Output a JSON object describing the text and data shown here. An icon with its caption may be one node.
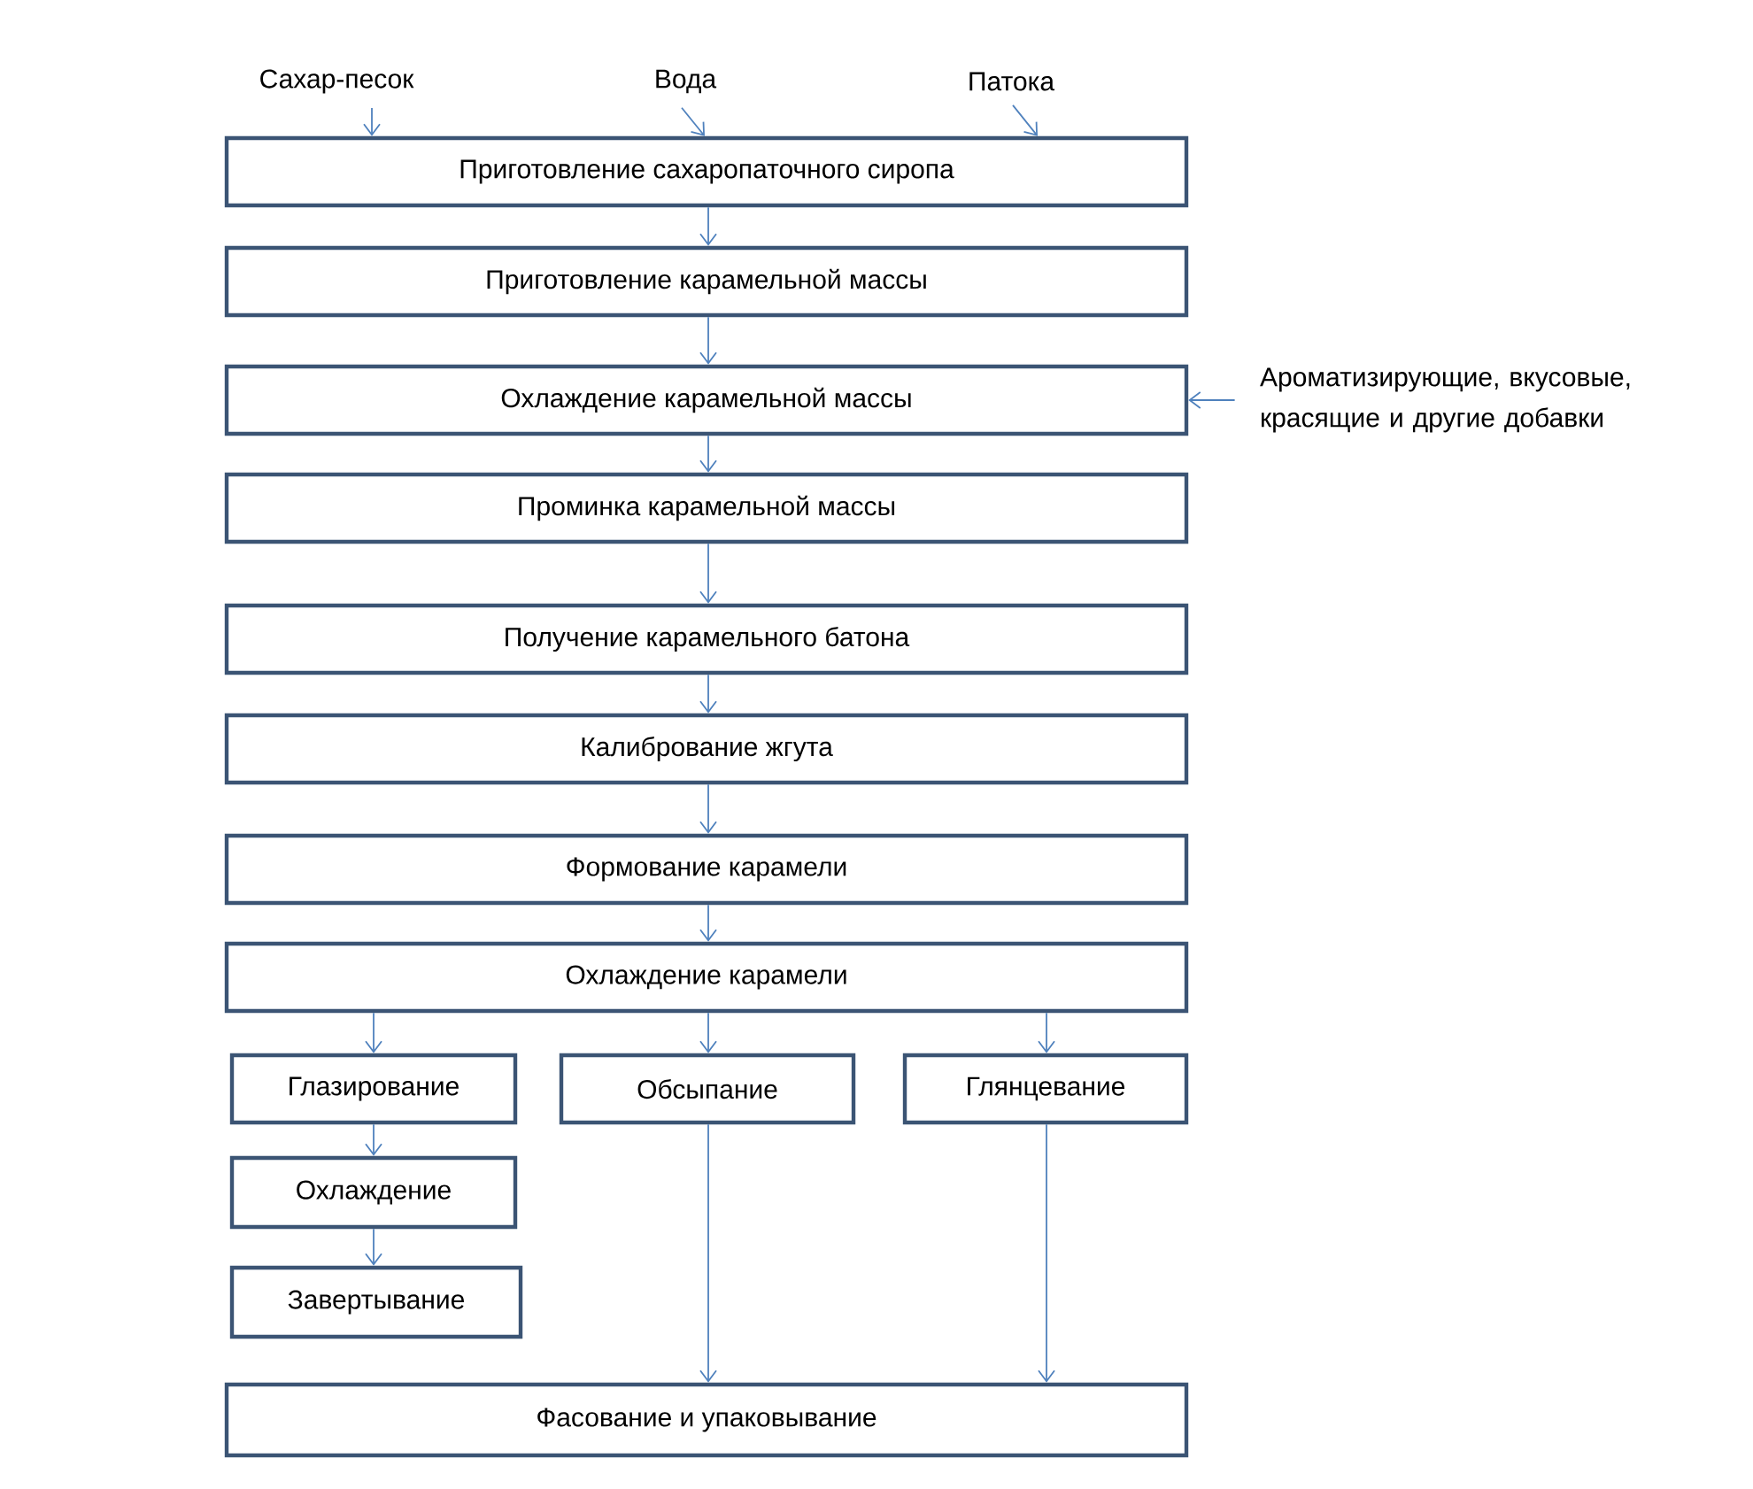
{
  "diagram": {
    "nodes": [
      {
        "text": [
          "Сахар-песок"
        ]
      },
      {
        "text": [
          "Вода"
        ]
      },
      {
        "text": [
          "Патока"
        ]
      },
      {
        "text": [
          "Приготовление сахаропаточного сиропа"
        ]
      },
      {
        "text": [
          "Приготовление карамельной массы"
        ]
      },
      {
        "text": [
          "Охлаждение карамельной массы"
        ]
      },
      {
        "text": [
          "Ароматизирующие, вкусовые, красящие и другие добавки"
        ]
      },
      {
        "text": [
          "Проминка карамельной массы"
        ]
      },
      {
        "text": [
          "Получение карамельного батона"
        ]
      },
      {
        "text": [
          "Калибрование жгута"
        ]
      },
      {
        "text": [
          "Формование карамели"
        ]
      },
      {
        "text": [
          "Охлаждение карамели"
        ]
      },
      {
        "text": [
          "Глазирование"
        ]
      },
      {
        "text": [
          "Обсыпание"
        ]
      },
      {
        "text": [
          "Глянцевание"
        ]
      },
      {
        "text": [
          "Охлаждение"
        ]
      },
      {
        "text": [
          "Завертывание"
        ]
      },
      {
        "text": [
          "Фасование и упаковывание"
        ]
      }
    ],
    "edges": [
      {
        "from": 0,
        "to": 3,
        "arrow": "to"
      },
      {
        "from": 1,
        "to": 3,
        "arrow": "to"
      },
      {
        "from": 2,
        "to": 3,
        "arrow": "to"
      },
      {
        "from": 3,
        "to": 4,
        "arrow": "to"
      },
      {
        "from": 4,
        "to": 5,
        "arrow": "to"
      },
      {
        "from": 6,
        "to": 5,
        "arrow": "to"
      },
      {
        "from": 5,
        "to": 7,
        "arrow": "to"
      },
      {
        "from": 7,
        "to": 8,
        "arrow": "to"
      },
      {
        "from": 8,
        "to": 9,
        "arrow": "to"
      },
      {
        "from": 9,
        "to": 10,
        "arrow": "to"
      },
      {
        "from": 10,
        "to": 11,
        "arrow": "to"
      },
      {
        "from": 11,
        "to": 12,
        "arrow": "to"
      },
      {
        "from": 11,
        "to": 13,
        "arrow": "to"
      },
      {
        "from": 11,
        "to": 14,
        "arrow": "to"
      },
      {
        "from": 12,
        "to": 15,
        "arrow": "to"
      },
      {
        "from": 15,
        "to": 16,
        "arrow": "to"
      },
      {
        "from": 13,
        "to": 17,
        "arrow": "to"
      },
      {
        "from": 14,
        "to": 17,
        "arrow": "to"
      }
    ]
  }
}
